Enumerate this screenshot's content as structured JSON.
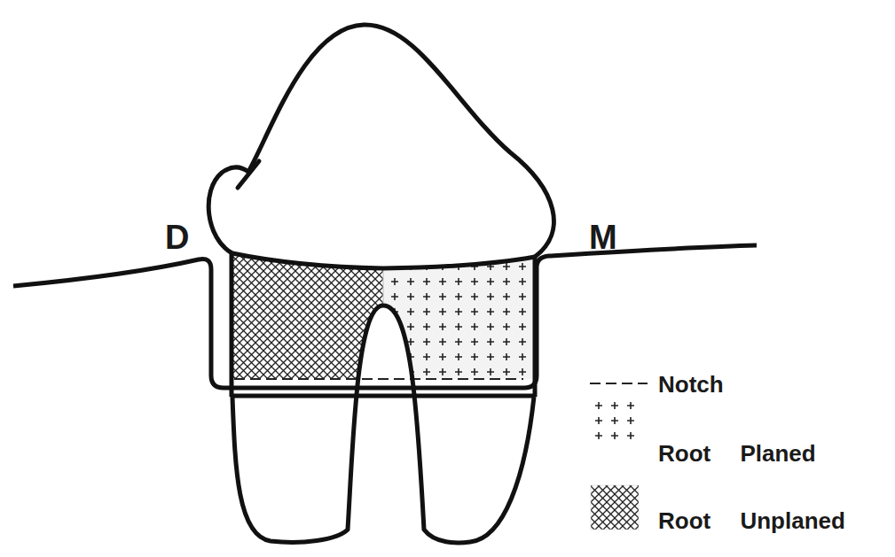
{
  "diagram": {
    "labels": [
      "D",
      "M"
    ],
    "legend": [
      {
        "text": "Notch"
      },
      {
        "text": "Root Planed"
      },
      {
        "text": "Root Unplaned"
      }
    ]
  }
}
